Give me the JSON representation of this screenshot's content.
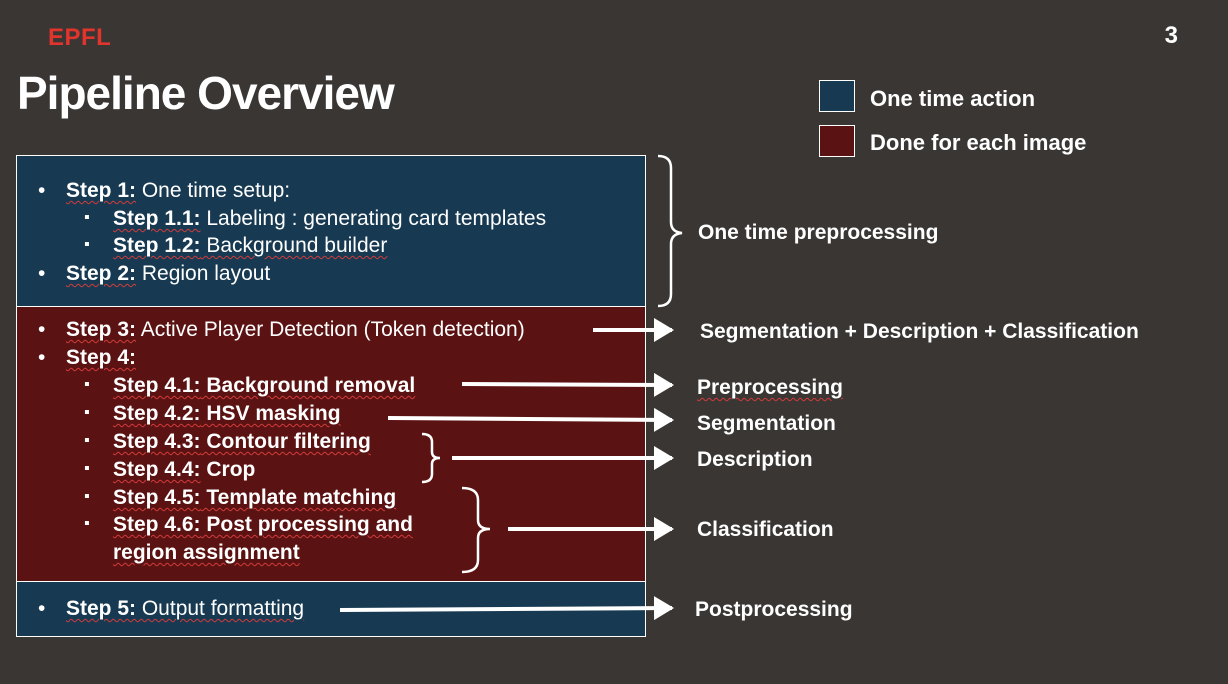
{
  "logo": "EPFL",
  "page_number": "3",
  "title": "Pipeline Overview",
  "legend": [
    {
      "label": "One time action",
      "color": "#173a52"
    },
    {
      "label": "Done for each image",
      "color": "#5b1212"
    }
  ],
  "steps": {
    "s1": {
      "label": "Step 1:",
      "text": " One time setup:"
    },
    "s11": {
      "label": "Step 1.1:",
      "text": " Labeling : generating card templates"
    },
    "s12": {
      "label": "Step 1.2:",
      "text": " Background builder"
    },
    "s2": {
      "label": "Step 2:",
      "text": " Region layout"
    },
    "s3": {
      "label": "Step 3:",
      "text": " Active Player Detection (Token detection)"
    },
    "s4": {
      "label": "Step 4:",
      "text": ""
    },
    "s41": {
      "label": "Step 4.1:",
      "text": " Background removal"
    },
    "s42": {
      "label": "Step 4.2:",
      "text": " HSV masking"
    },
    "s43": {
      "label": "Step 4.3:",
      "text": " Contour filtering"
    },
    "s44": {
      "label": "Step 4.4:",
      "text": " Crop"
    },
    "s45": {
      "label": "Step 4.5:",
      "text": " Template matching"
    },
    "s46": {
      "label": "Step 4.6:",
      "text": " Post processing and",
      "text2": "region assignment"
    },
    "s5": {
      "label": "Step 5:",
      "text": " Output formatting"
    }
  },
  "bullets": {
    "round": "•",
    "square": "▪"
  },
  "side_labels": {
    "one_time": "One time preprocessing",
    "seg_desc_class": "Segmentation + Description + Classification",
    "preprocessing": "Preprocessing",
    "segmentation": "Segmentation",
    "description": "Description",
    "classification": "Classification",
    "postprocessing": "Postprocessing"
  }
}
